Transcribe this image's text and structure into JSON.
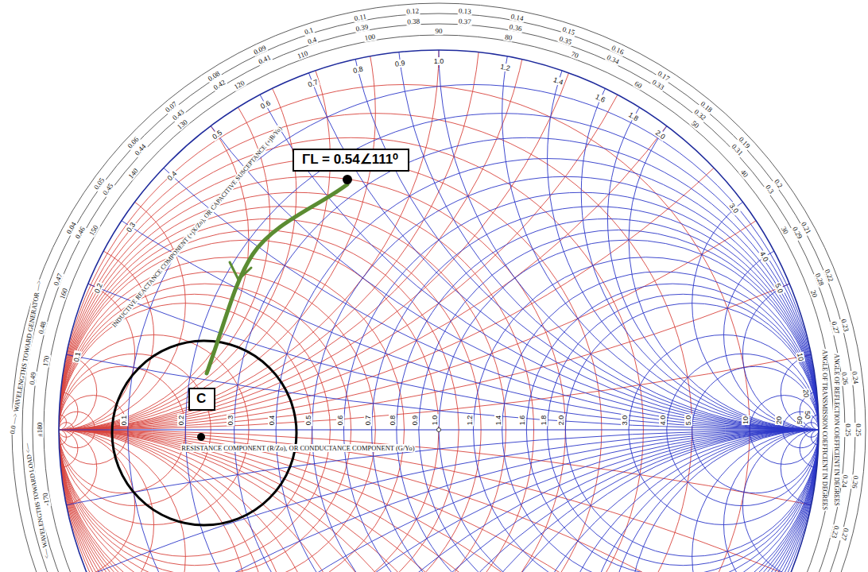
{
  "diagram": {
    "nodes": [
      {
        "text": [
          "ΓL = 0.54∠111⁰"
        ]
      },
      {
        "text": [
          "C"
        ]
      }
    ],
    "labels": [
      "0.1",
      "0.2",
      "0.3",
      "0.4",
      "0.5",
      "0.6",
      "0.7",
      "0.8",
      "0.9",
      "1.0",
      "1.2",
      "1.4",
      "1.6",
      "1.8",
      "2.0",
      "3.0",
      "4.0",
      "5.0",
      "10",
      "20",
      "50",
      "0.1",
      "0.2",
      "0.3",
      "0.4",
      "0.5",
      "0.6",
      "0.7",
      "0.8",
      "0.9",
      "1.0",
      "1.2",
      "1.4",
      "1.6",
      "1.8",
      "2.0",
      "3.0",
      "4.0",
      "5.0",
      "10",
      "20",
      "50",
      "20",
      "30",
      "40",
      "50",
      "60",
      "70",
      "80",
      "90",
      "100",
      "110",
      "120",
      "130",
      "140",
      "150",
      "160",
      "170",
      "±180",
      "-170",
      "0.04",
      "0.05",
      "0.06",
      "0.07",
      "0.08",
      "0.09",
      "0.1",
      "0.11",
      "0.12",
      "0.13",
      "0.14",
      "0.15",
      "0.16",
      "0.17",
      "0.18",
      "0.19",
      "0.2",
      "0.21",
      "0.22",
      "0.23",
      "0.24",
      "0.25",
      "0.26",
      "0.27",
      "0.49",
      "0.48",
      "0.47",
      "0.46",
      "0.45",
      "0.44",
      "0.43",
      "0.42",
      "0.41",
      "0.4",
      "0.39",
      "0.38",
      "0.37",
      "0.36",
      "0.35",
      "0.34",
      "0.33",
      "0.32",
      "0.31",
      "0.3",
      "0.29",
      "0.28",
      "0.27",
      "0.26",
      "0.25",
      "0.24",
      "0.23",
      "0.0 —> WAVELENGTHS TOWARD GENERATOR —>",
      "<— WAVELENGTHS TOWARD LOAD <—",
      "ANGLE OF REFLECTION COEFFICIENT IN DEGREES",
      "ANGLE OF TRANSMISSION COEFFICIENT IN DEGREES",
      "INDUCTIVE REACTANCE COMPONENT (+jX/Zo), OR CAPACITIVE SUSCEPTANCE (+jB/Yo)",
      "RESISTANCE COMPONENT (R/Zo), OR CONDUCTANCE COMPONENT (G/Yo)"
    ]
  }
}
